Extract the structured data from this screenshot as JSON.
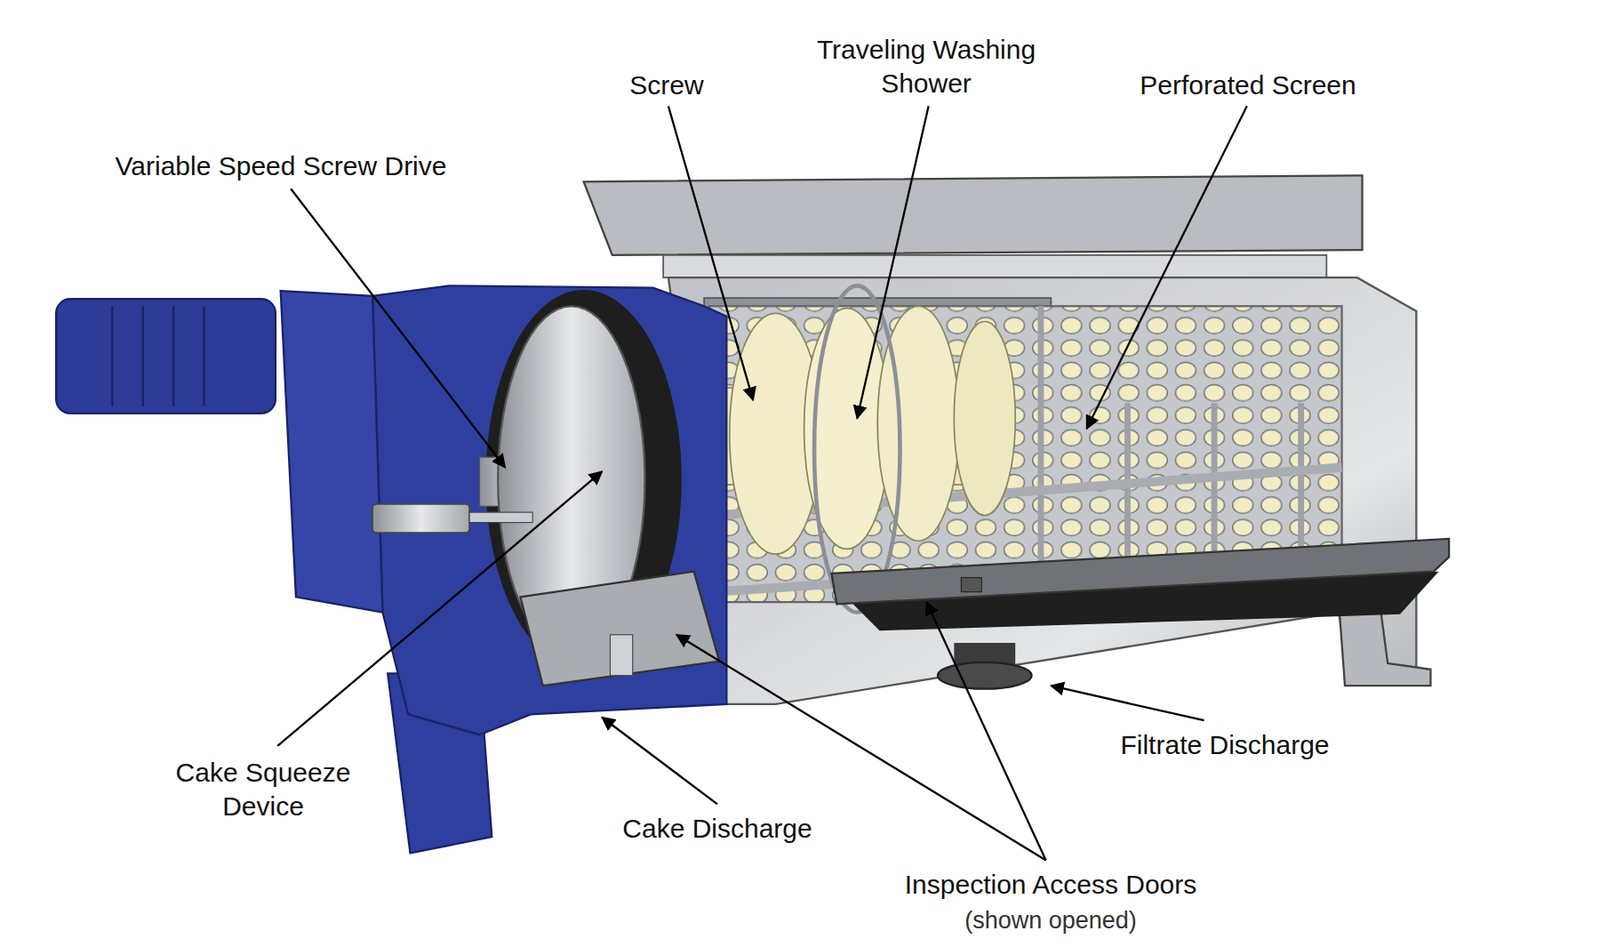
{
  "diagram": {
    "labels": [
      "Variable Speed Screw Drive",
      "Screw",
      "Traveling Washing Shower",
      "Perforated Screen",
      "Cake Squeeze Device",
      "Cake Discharge",
      "Inspection Access Doors",
      "(shown opened)",
      "Filtrate Discharge"
    ]
  }
}
